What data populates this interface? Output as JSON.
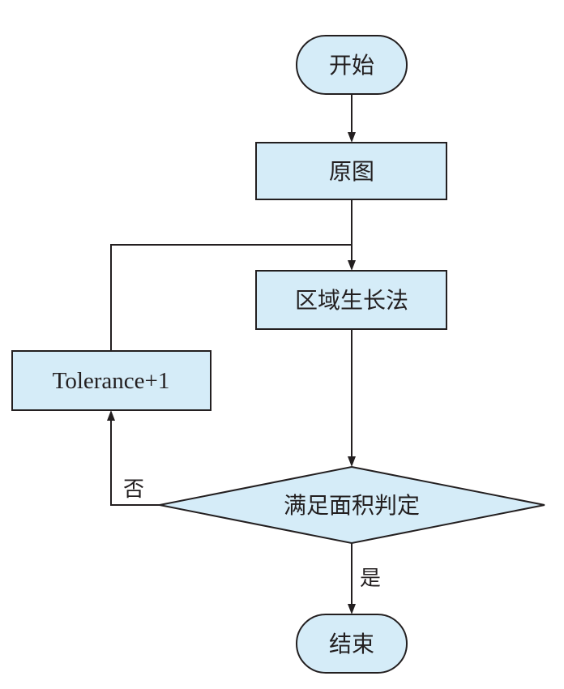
{
  "diagram": {
    "type": "flowchart",
    "nodes": {
      "start": {
        "label": "开始",
        "shape": "terminator"
      },
      "original": {
        "label": "原图",
        "shape": "process"
      },
      "region_growing": {
        "label": "区域生长法",
        "shape": "process"
      },
      "tolerance": {
        "label": "Tolerance+1",
        "shape": "process"
      },
      "area_check": {
        "label": "满足面积判定",
        "shape": "decision"
      },
      "end": {
        "label": "结束",
        "shape": "terminator"
      }
    },
    "edges": {
      "no_label": "否",
      "yes_label": "是"
    },
    "colors": {
      "node_fill": "#d5ecf8",
      "stroke": "#231f20",
      "text": "#231f20"
    }
  }
}
